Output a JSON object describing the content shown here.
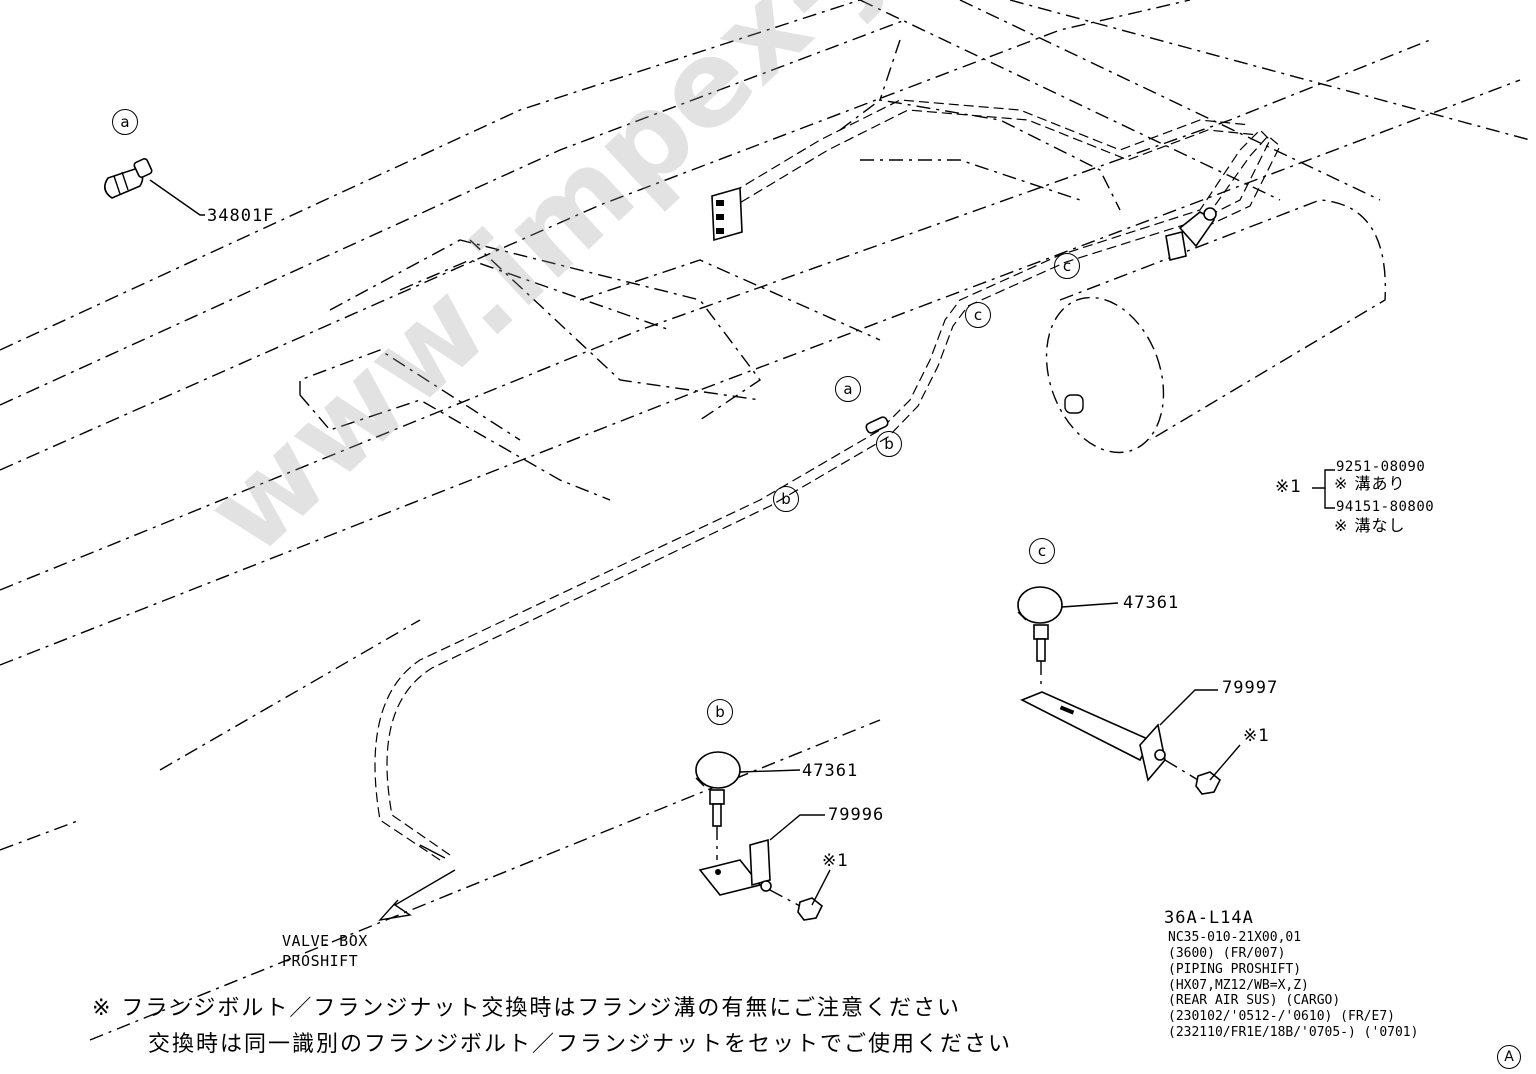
{
  "callouts": {
    "a_top": "a",
    "a_mid": "a",
    "b_pipe1": "b",
    "b_pipe2": "b",
    "c_pipe1": "c",
    "c_pipe2": "c",
    "b_detail": "b",
    "c_detail": "c",
    "sheet_marker": "A"
  },
  "parts": {
    "fitting": "34801F",
    "clamp_b": "47361",
    "bracket_b": "79996",
    "note_ref_b": "※1",
    "clamp_c": "47361",
    "bracket_c": "79997",
    "note_ref_c": "※1"
  },
  "nut_note": {
    "marker": "※1",
    "option1_part": "9251-08090",
    "option1_desc": "※ 溝あり",
    "option2_part": "94151-80800",
    "option2_desc": "※ 溝なし"
  },
  "valve_box": {
    "line1": "VALVE BOX",
    "line2": "PROSHIFT"
  },
  "footnote": {
    "line1": "※ フランジボルト／フランジナット交換時はフランジ溝の有無にご注意ください",
    "line2": "交換時は同一識別のフランジボルト／フランジナットをセットでご使用ください"
  },
  "reference": {
    "code": "36A-L14A",
    "lines": [
      "NC35-010-21X00,01",
      "(3600) (FR/007)",
      "(PIPING PROSHIFT)",
      "(HX07,MZ12/WB=X,Z)",
      "(REAR AIR SUS) (CARGO)",
      "(230102/'0512-/'0610) (FR/E7)",
      "(232110/FR1E/18B/'0705-) ('0701)"
    ]
  },
  "watermark": "www.impex-jp.com"
}
